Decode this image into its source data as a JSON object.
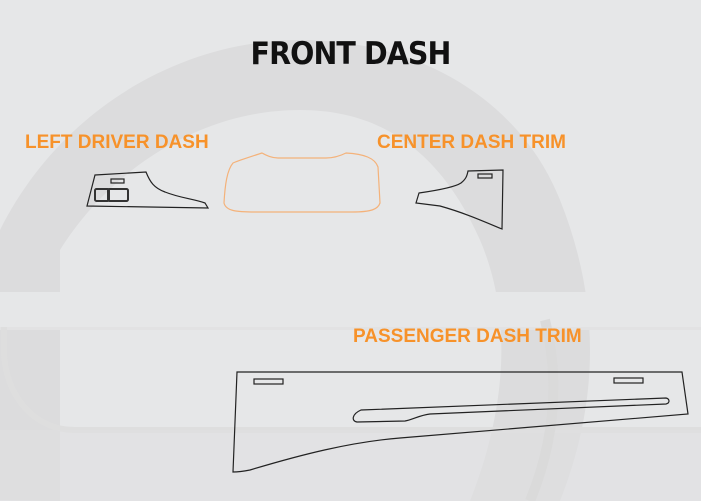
{
  "title": "FRONT DASH",
  "accent_color": "#f7922a",
  "parts": [
    {
      "id": "left-driver-dash",
      "label": "LEFT DRIVER DASH"
    },
    {
      "id": "center-dash",
      "label": "CENTER DASH TRIM"
    },
    {
      "id": "passenger-dash-trim",
      "label": "PASSENGER DASH TRIM"
    }
  ],
  "background_logo": "watermark-logo-icon"
}
